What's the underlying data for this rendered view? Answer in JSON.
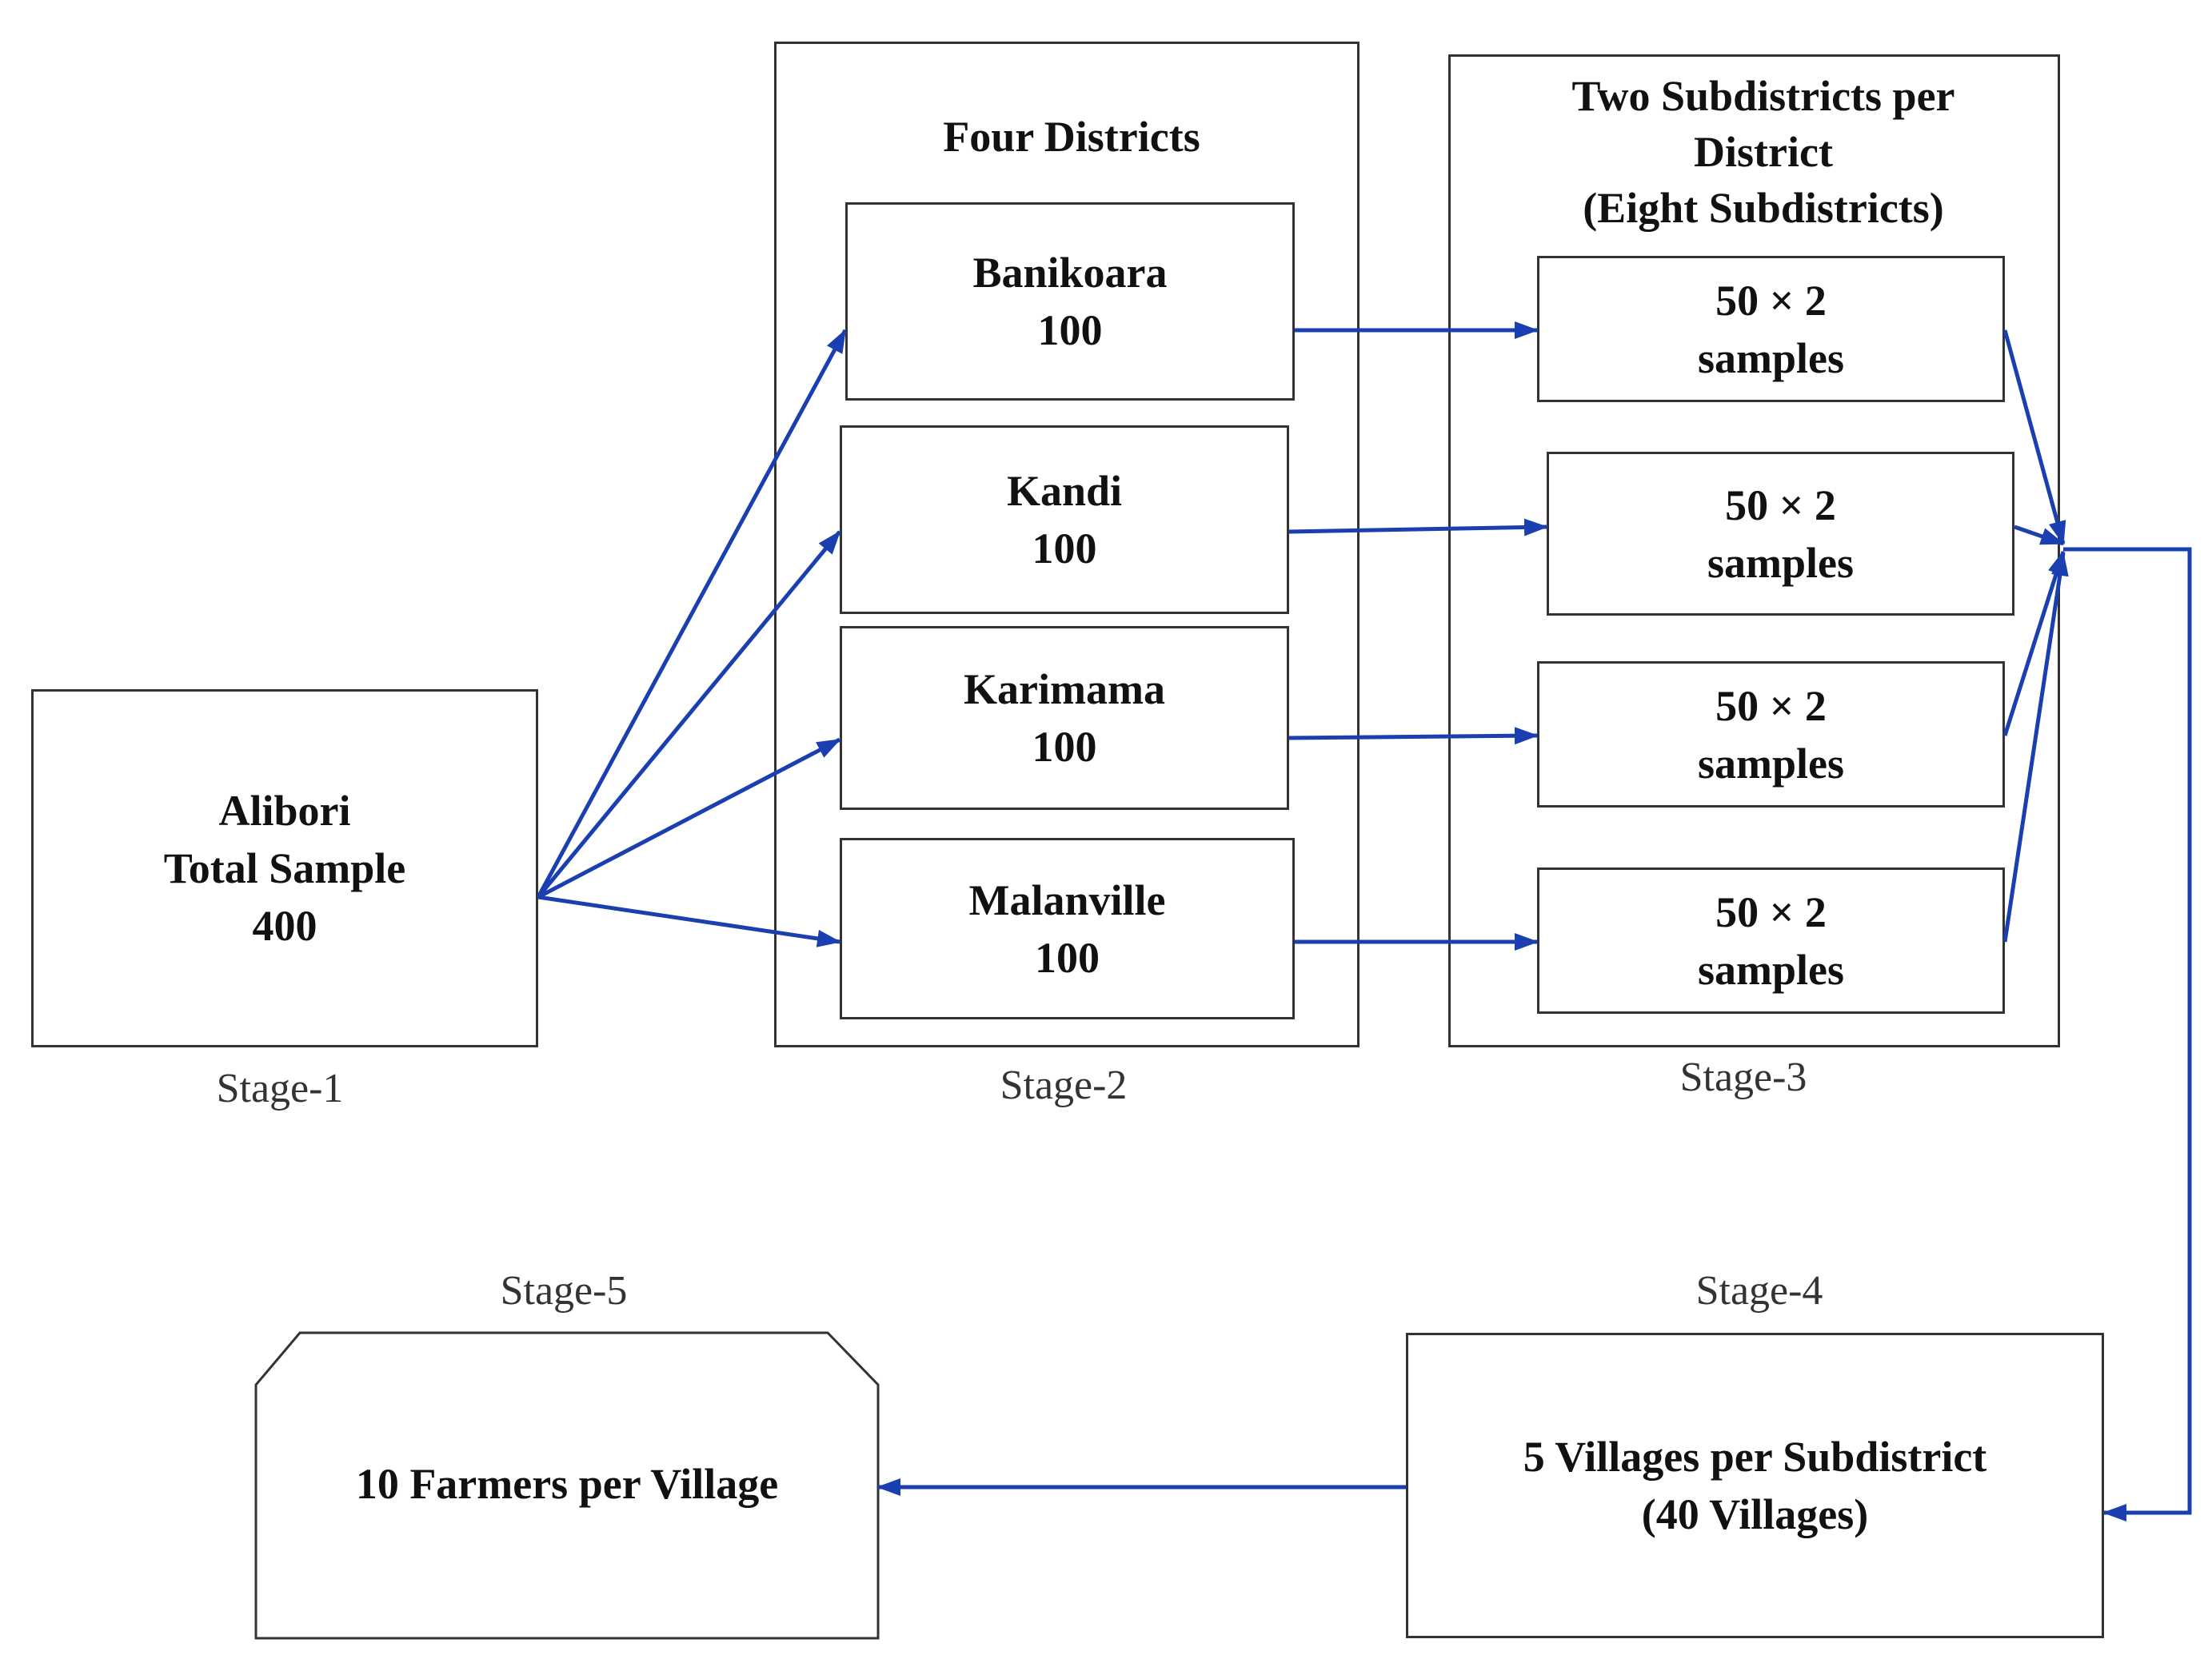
{
  "stage1": {
    "box_lines": [
      "Alibori",
      "Total Sample",
      "400"
    ],
    "label": "Stage-1"
  },
  "stage2": {
    "title": "Four Districts",
    "label": "Stage-2",
    "districts": [
      {
        "name": "Banikoara",
        "count": "100"
      },
      {
        "name": "Kandi",
        "count": "100"
      },
      {
        "name": "Karimama",
        "count": "100"
      },
      {
        "name": "Malanville",
        "count": "100"
      }
    ]
  },
  "stage3": {
    "title_lines": [
      "Two Subdistricts  per",
      "District",
      "(Eight Subdistricts)"
    ],
    "label": "Stage-3",
    "samples": [
      {
        "line1": "50 × 2",
        "line2": "samples"
      },
      {
        "line1": "50 × 2",
        "line2": "samples"
      },
      {
        "line1": "50 × 2",
        "line2": "samples"
      },
      {
        "line1": "50 × 2",
        "line2": "samples"
      }
    ]
  },
  "stage4": {
    "label": "Stage-4",
    "box_lines": [
      "5 Villages per Subdistrict",
      "(40 Villages)"
    ]
  },
  "stage5": {
    "label": "Stage-5",
    "box_text": "10 Farmers per Village"
  },
  "colors": {
    "arrow": "#1a3fb0",
    "border": "#333333"
  }
}
